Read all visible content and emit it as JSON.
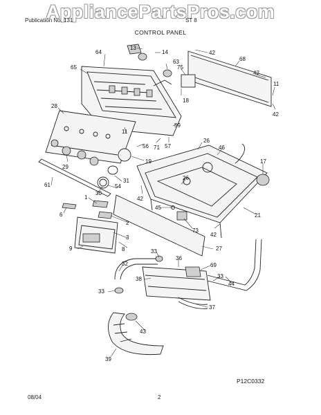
{
  "watermark": "AppliancePartsPros.com",
  "header": {
    "left": "Publication No. 131",
    "right": "ST 8"
  },
  "title": "CONTROL PANEL",
  "figure_code": "P12C0332",
  "footer": {
    "date": "08/04",
    "page": "2"
  },
  "callouts": [
    {
      "id": "c13",
      "text": "13"
    },
    {
      "id": "c14",
      "text": "14"
    },
    {
      "id": "c64",
      "text": "64"
    },
    {
      "id": "c63",
      "text": "63"
    },
    {
      "id": "c42a",
      "text": "42"
    },
    {
      "id": "c68",
      "text": "68"
    },
    {
      "id": "c42b",
      "text": "42"
    },
    {
      "id": "c11a",
      "text": "11"
    },
    {
      "id": "c42c",
      "text": "42"
    },
    {
      "id": "c65",
      "text": "65"
    },
    {
      "id": "c75",
      "text": "75"
    },
    {
      "id": "c18",
      "text": "18"
    },
    {
      "id": "c28",
      "text": "28"
    },
    {
      "id": "c11b",
      "text": "11"
    },
    {
      "id": "c59",
      "text": "59"
    },
    {
      "id": "c57",
      "text": "57"
    },
    {
      "id": "c71",
      "text": "71"
    },
    {
      "id": "c56",
      "text": "56"
    },
    {
      "id": "c26a",
      "text": "26"
    },
    {
      "id": "c46",
      "text": "46"
    },
    {
      "id": "c19",
      "text": "19"
    },
    {
      "id": "c29",
      "text": "29"
    },
    {
      "id": "c17",
      "text": "17"
    },
    {
      "id": "c31",
      "text": "31"
    },
    {
      "id": "c54",
      "text": "54"
    },
    {
      "id": "c26b",
      "text": "26"
    },
    {
      "id": "c61",
      "text": "61"
    },
    {
      "id": "c30",
      "text": "30"
    },
    {
      "id": "c42d",
      "text": "42"
    },
    {
      "id": "c1",
      "text": "1"
    },
    {
      "id": "c45",
      "text": "45"
    },
    {
      "id": "c6",
      "text": "6"
    },
    {
      "id": "c21",
      "text": "21"
    },
    {
      "id": "c2",
      "text": "2"
    },
    {
      "id": "c73",
      "text": "73"
    },
    {
      "id": "c42e",
      "text": "42"
    },
    {
      "id": "c3",
      "text": "3"
    },
    {
      "id": "c8",
      "text": "8"
    },
    {
      "id": "c27",
      "text": "27"
    },
    {
      "id": "c9",
      "text": "9"
    },
    {
      "id": "c33a",
      "text": "33"
    },
    {
      "id": "c36",
      "text": "36"
    },
    {
      "id": "c69",
      "text": "69"
    },
    {
      "id": "c32",
      "text": "32"
    },
    {
      "id": "c38",
      "text": "38"
    },
    {
      "id": "c33b",
      "text": "33"
    },
    {
      "id": "c44",
      "text": "44"
    },
    {
      "id": "c33c",
      "text": "33"
    },
    {
      "id": "c37",
      "text": "37"
    },
    {
      "id": "c43",
      "text": "43"
    },
    {
      "id": "c39",
      "text": "39"
    }
  ]
}
